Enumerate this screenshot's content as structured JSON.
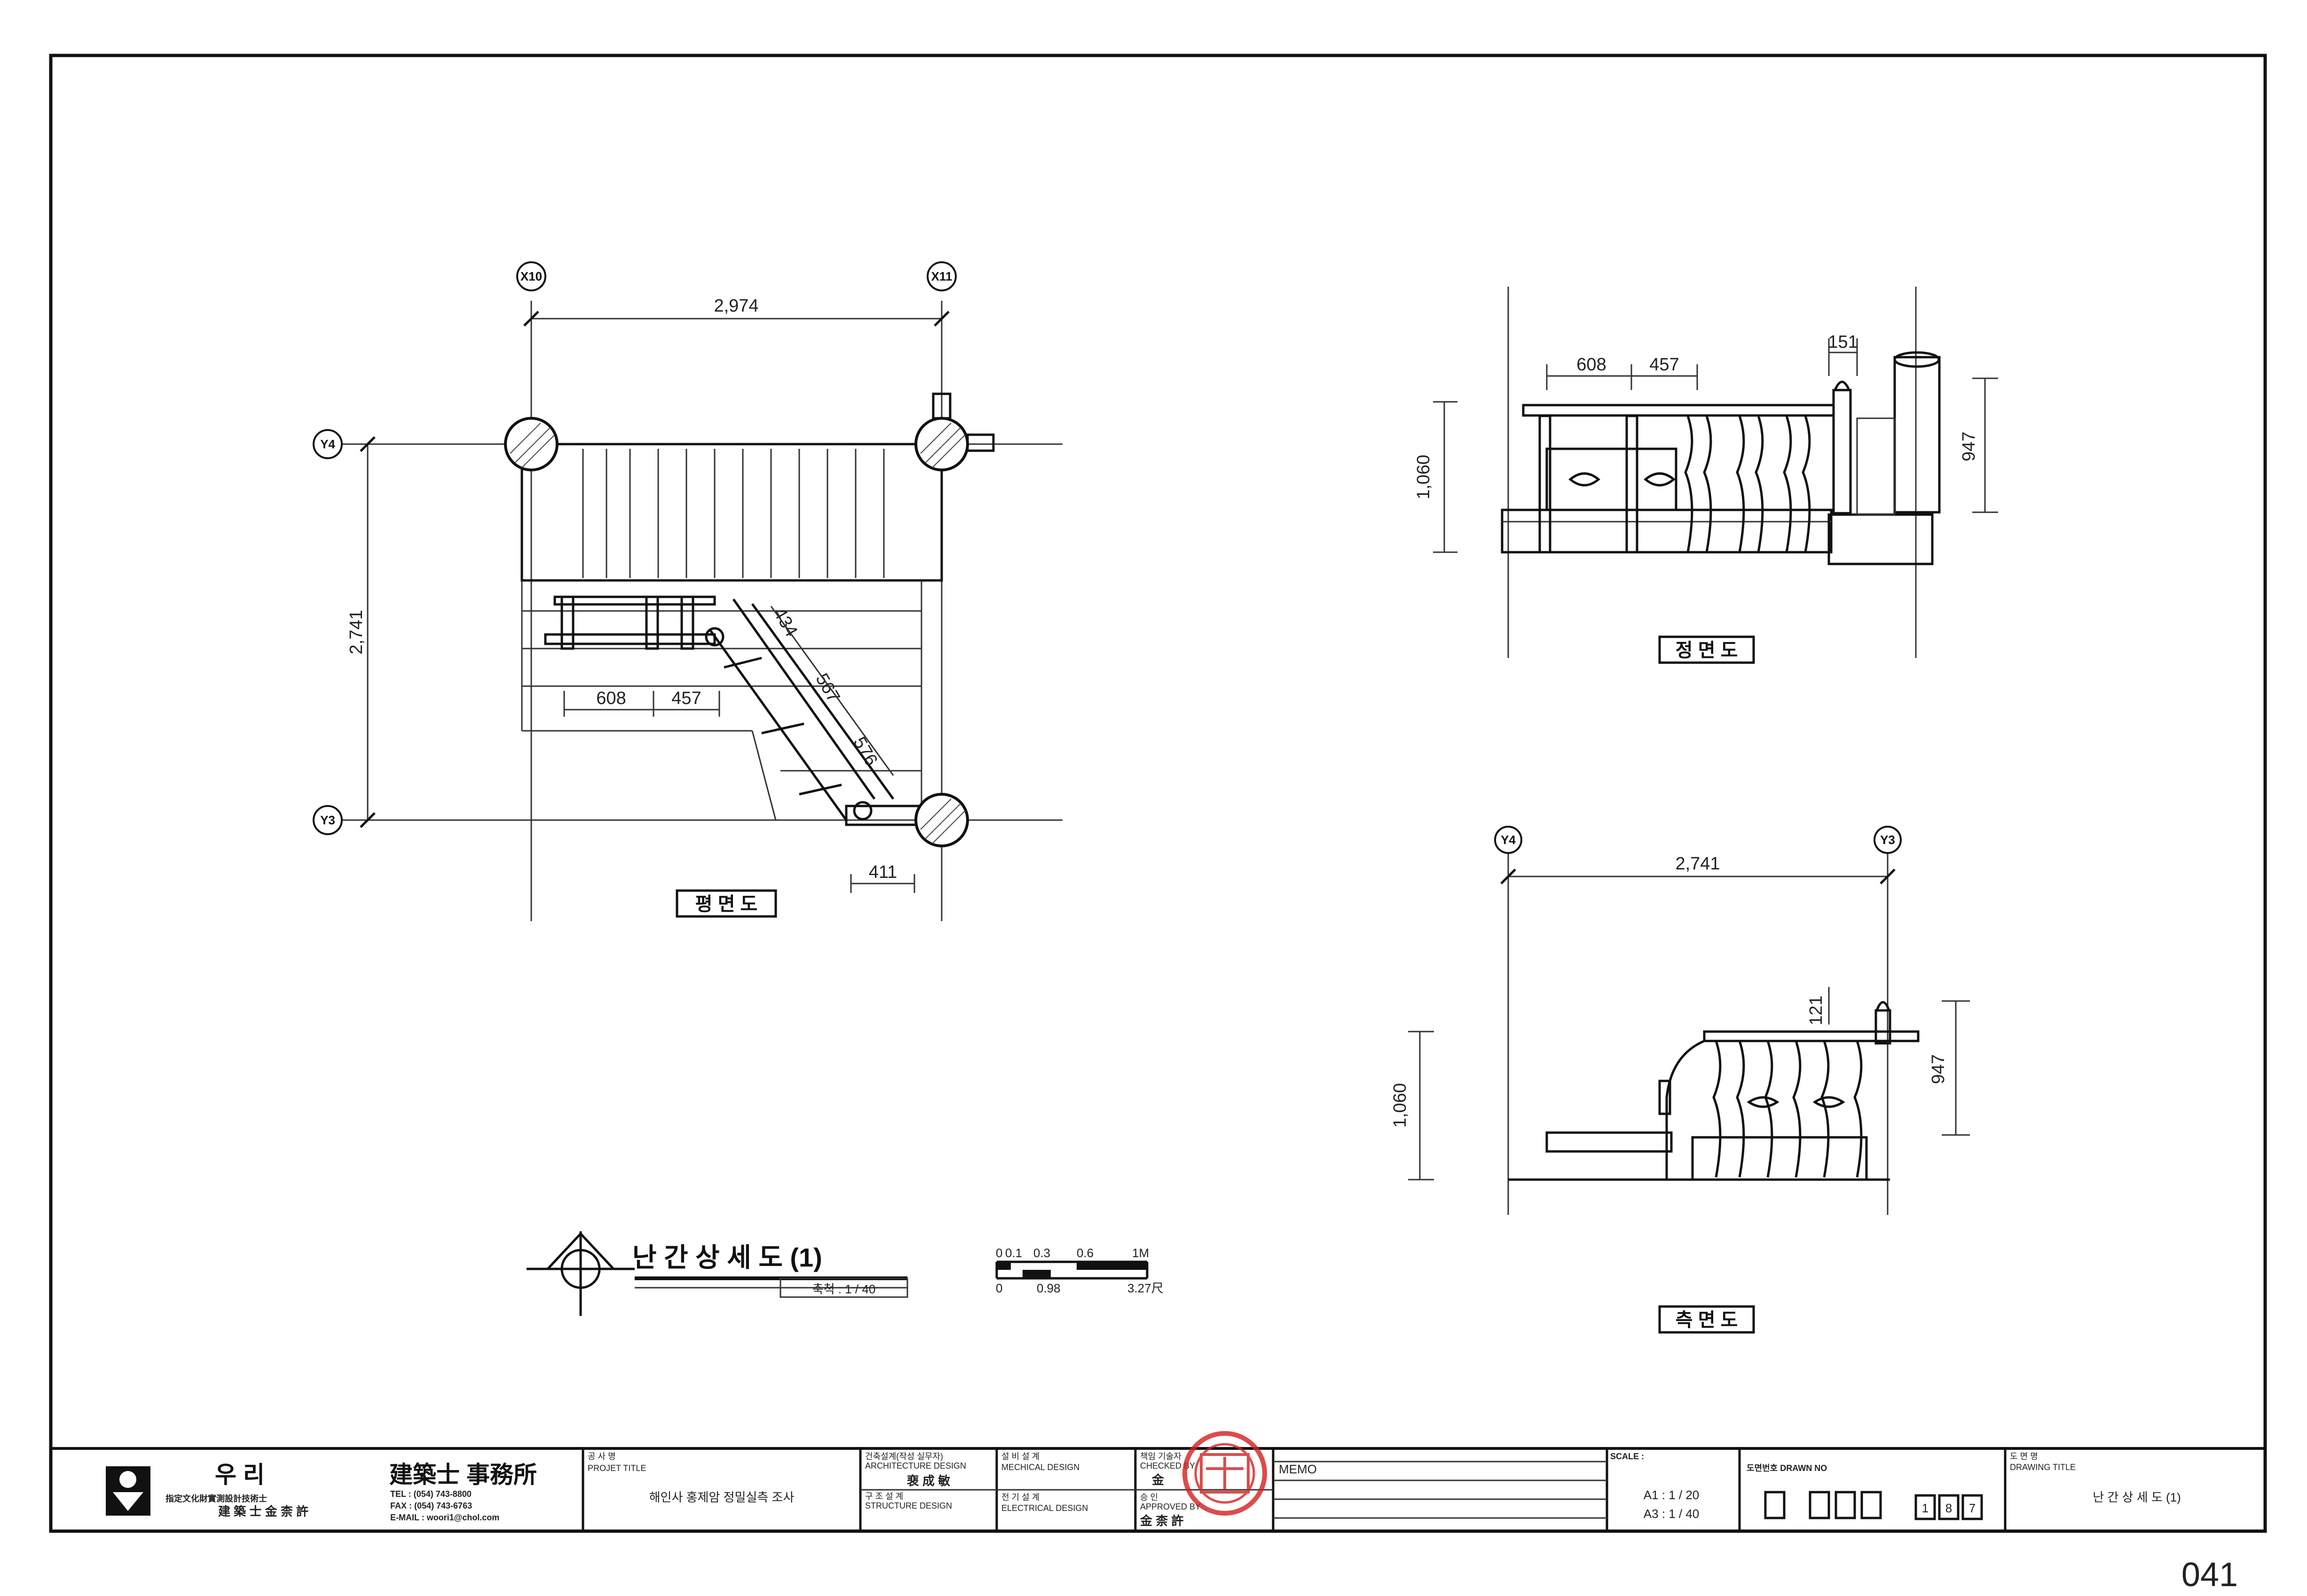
{
  "page_number": "041",
  "plan": {
    "grid_x_left": "X10",
    "grid_x_right": "X11",
    "grid_y_top": "Y4",
    "grid_y_bottom": "Y3",
    "dim_width": "2,974",
    "dim_height": "2,741",
    "dim_608": "608",
    "dim_457": "457",
    "dim_434": "434",
    "dim_567": "567",
    "dim_576": "576",
    "dim_411": "411",
    "label": "평 면 도"
  },
  "front_elevation": {
    "dim_608": "608",
    "dim_457": "457",
    "dim_151": "151",
    "dim_1060": "1,060",
    "dim_947": "947",
    "label": "정 면 도"
  },
  "side_elevation": {
    "grid_left": "Y4",
    "grid_right": "Y3",
    "dim_width": "2,741",
    "dim_1060": "1,060",
    "dim_121": "121",
    "dim_947": "947",
    "label": "측 면 도"
  },
  "drawing_title": {
    "title": "난 간 상 세 도 (1)",
    "scale_label": "축척 : 1 / 40"
  },
  "scale_bar": {
    "top_ticks": [
      "0",
      "0.1",
      "0.3",
      "0.6",
      "1M"
    ],
    "bottom_ticks": [
      "0",
      "0.98",
      "3.27尺"
    ]
  },
  "title_block": {
    "firm_name_1": "우   리",
    "firm_name_2": "建築士 事務所",
    "firm_sub_1": "指定文化財實測設計技術士",
    "firm_sub_2": "建 築 士   金 柰 許",
    "tel": "TEL : (054) 743-8800",
    "fax": "FAX : (054) 743-6763",
    "email": "E-MAIL : woori1@chol.com",
    "project_label_kr": "공 사 명",
    "project_label_en": "PROJET TITLE",
    "project_title": "해인사 홍제암 정밀실측 조사",
    "arch_label_kr": "건축설계(작성 실무자)",
    "arch_label_en": "ARCHITECTURE DESIGN",
    "arch_name": "裵 成 敏",
    "struct_label_kr": "구 조 설 계",
    "struct_label_en": "STRUCTURE DESIGN",
    "mech_label_kr": "설 비 설 계",
    "mech_label_en": "MECHICAL DESIGN",
    "elec_label_kr": "전 기 설 계",
    "elec_label_en": "ELECTRICAL DESIGN",
    "checked_label_kr": "책임 기술자",
    "checked_label_en": "CHECKED BY",
    "checked_name": "金",
    "approved_label_kr": "승 인",
    "approved_label_en": "APPROVED BY",
    "approved_name": "金 柰 許",
    "memo_label": "MEMO",
    "scale_label": "SCALE :",
    "scale_a1": "A1 : 1 / 20",
    "scale_a3": "A3 : 1 / 40",
    "drawing_no_label": "도면번호 DRAWN NO",
    "drawing_no_digits": [
      "1",
      "8",
      "7"
    ],
    "drawing_title_label_kr": "도 면 명",
    "drawing_title_label_en": "DRAWING TITLE",
    "drawing_title": "난 간 상 세 도 (1)"
  },
  "colors": {
    "ink": "#111111",
    "stamp": "#d42020"
  }
}
